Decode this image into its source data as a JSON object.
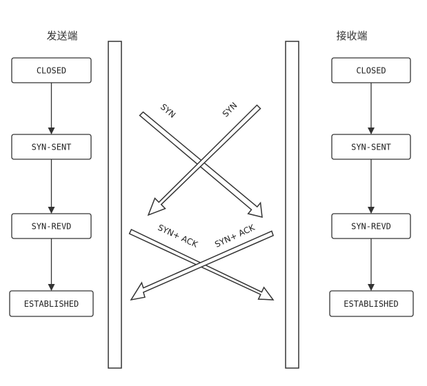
{
  "sender": {
    "title": "发送端",
    "states": [
      "CLOSED",
      "SYN-SENT",
      "SYN-REVD",
      "ESTABLISHED"
    ]
  },
  "receiver": {
    "title": "接收端",
    "states": [
      "CLOSED",
      "SYN-SENT",
      "SYN-REVD",
      "ESTABLISHED"
    ]
  },
  "messages": {
    "syn_from_sender": "SYN",
    "syn_from_receiver": "SYN",
    "synack_from_sender": "SYN+ ACK",
    "synack_from_receiver": "SYN+ ACK"
  },
  "colors": {
    "stroke": "#333333",
    "background": "#ffffff"
  }
}
